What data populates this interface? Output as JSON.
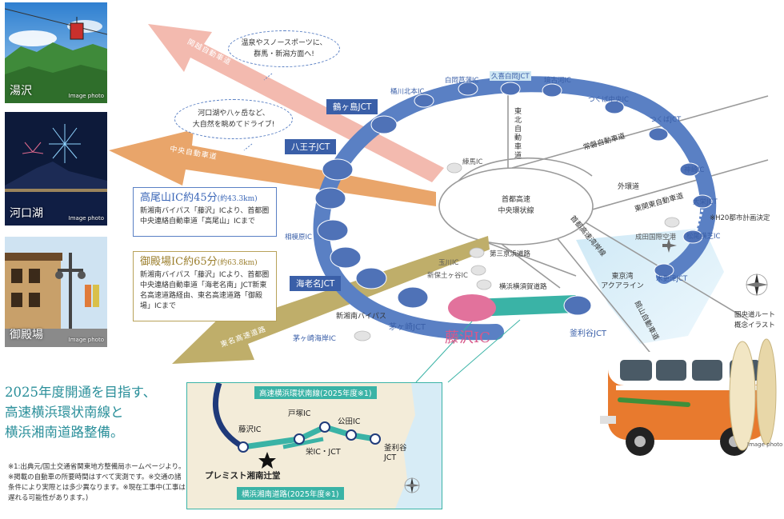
{
  "photos": [
    {
      "place": "湯沢",
      "caption": "Image photo"
    },
    {
      "place": "河口湖",
      "caption": "Image photo"
    },
    {
      "place": "御殿場",
      "caption": "Image photo"
    }
  ],
  "bubbles": {
    "yuzawa": {
      "line1": "温泉やスノースポーツに、",
      "line2": "群馬・新潟方面へ!"
    },
    "kawaguchiko": {
      "line1": "河口湖や八ヶ岳など、",
      "line2": "大自然を眺めてドライブ!"
    }
  },
  "arrows": {
    "kanetsu": "関越自動車道",
    "chuo": "中央自動車道",
    "tomei": "東名高速道路"
  },
  "ken_o_jct": {
    "tsurugashima": "鶴ヶ島JCT",
    "hachioji": "八王子JCT",
    "ebina": "海老名JCT",
    "chigasaki": "茅ヶ崎JCT",
    "kamariya": "釜利谷JCT",
    "fujisawa": "藤沢IC"
  },
  "ken_o_ic": {
    "okegawa": "桶川北本IC",
    "shiraoka": "白岡菖蒲IC",
    "kuki": "久喜白岡JCT",
    "sakai": "境古河IC",
    "tsukuba_chuo": "つくば中央IC",
    "tsukuba_jct": "つくばJCT",
    "kamisu": "神崎IC",
    "oei": "大栄JCT",
    "matsuo": "松尾横芝IC",
    "kisarazu": "木更津JCT",
    "sagamihara": "相模原IC",
    "chigasaki_kaigan": "茅ヶ崎海岸IC"
  },
  "inner": {
    "nerima": "練馬IC",
    "ring_center_line1": "首都高速",
    "ring_center_line2": "中央環状線",
    "tohoku": "東北自動車道",
    "joban": "常磐自動車道",
    "gaikan": "外環道",
    "higashikanto": "東関東自動車道",
    "narita": "成田国際空港",
    "h20": "※H20都市計画決定",
    "daisan_keihin": "第三京浜道路",
    "tamagawa": "玉川IC",
    "hodogaya": "新保土ヶ谷IC",
    "yokoyoko": "横浜横須賀道路",
    "wangan": "首都高速湾岸線",
    "aqualine_line1": "東京湾",
    "aqualine_line2": "アクアライン",
    "tateyama": "館山自動車道",
    "shinshonan": "新湘南バイパス"
  },
  "info_takao": {
    "head": "高尾山IC約45分",
    "head_small": "(約43.3km)",
    "body": "新湘南バイパス「藤沢」ICより、首都圏中央連絡自動車道「高尾山」ICまで"
  },
  "info_gotemba": {
    "head": "御殿場IC約65分",
    "head_small": "(約63.8km)",
    "body": "新湘南バイパス「藤沢」ICより、首都圏中央連絡自動車道「海老名南」JCT新東名高速道路経由、東名高速道路「御殿場」ICまで"
  },
  "headline": {
    "line1": "2025年度開通を目指す、",
    "line2": "高速横浜環状南線と",
    "line3": "横浜湘南道路整備。"
  },
  "notes": "※1:出典元/国土交通省関東地方整備局ホームページより。※掲載の自動車の所要時間はすべて実測です。※交通の諸条件により実際とは多少異なります。※現在工事中(工事は遅れる可能性があります。)",
  "inset": {
    "ring_south": "高速横浜環状南線(2025年度※1)",
    "shonan_road": "横浜湘南道路(2025年度※1)",
    "totsuka": "戸塚IC",
    "kuden": "公田IC",
    "sakae": "栄IC・JCT",
    "fujisawa": "藤沢IC",
    "kamariya_line1": "釜利谷",
    "kamariya_line2": "JCT",
    "premist": "プレミスト湘南辻堂"
  },
  "compass_caption": {
    "line1": "圏央道ルート",
    "line2": "概念イラスト"
  },
  "van_caption": "Image photo",
  "colors": {
    "ring": "#5a80c4",
    "ring_dark": "#3a5fa8",
    "teal": "#3ab3a6",
    "pink": "#e2729c",
    "orange": "#e8a262",
    "salmon": "#ee9c8e",
    "gold": "#b8a25a"
  }
}
